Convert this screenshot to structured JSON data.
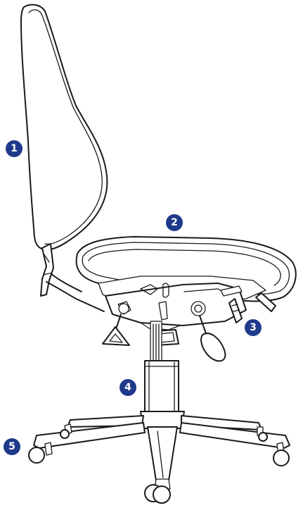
{
  "diagram": {
    "callouts": [
      {
        "number": "1",
        "part": "backrest"
      },
      {
        "number": "2",
        "part": "seat"
      },
      {
        "number": "3",
        "part": "control-levers"
      },
      {
        "number": "4",
        "part": "gas-lift-column"
      },
      {
        "number": "5",
        "part": "five-star-base"
      }
    ]
  },
  "colors": {
    "badge": "#1f3a8a",
    "line": "#1a1a1a",
    "background": "#ffffff"
  }
}
